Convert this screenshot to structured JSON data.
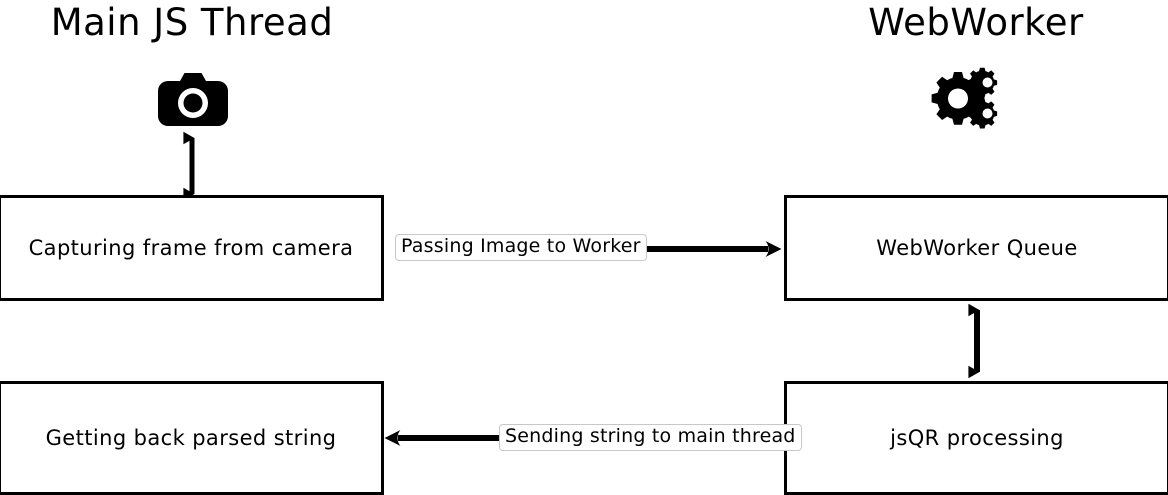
{
  "diagram": {
    "title_left": "Main JS Thread",
    "title_right": "WebWorker",
    "background_color": "#ffffff",
    "stroke_color": "#000000",
    "label_border_color": "#c8c8c8",
    "columns": [
      {
        "name": "main-js-thread",
        "heading": "Main JS Thread",
        "icon": "camera-icon",
        "nodes": [
          {
            "id": "capture",
            "label": "Capturing frame from camera"
          },
          {
            "id": "getting",
            "label": "Getting back parsed string"
          }
        ]
      },
      {
        "name": "webworker",
        "heading": "WebWorker",
        "icon": "gears-icon",
        "nodes": [
          {
            "id": "queue",
            "label": "WebWorker Queue"
          },
          {
            "id": "jsqr",
            "label": "jsQR processing"
          }
        ]
      }
    ],
    "edges": [
      {
        "id": "camera-to-capture",
        "from": "camera-icon",
        "to": "capture",
        "label": "",
        "direction": "bidirectional",
        "orientation": "vertical"
      },
      {
        "id": "capture-to-queue",
        "from": "capture",
        "to": "queue",
        "label": "Passing Image to Worker",
        "direction": "forward",
        "orientation": "horizontal"
      },
      {
        "id": "queue-to-jsqr",
        "from": "queue",
        "to": "jsqr",
        "label": "",
        "direction": "bidirectional",
        "orientation": "vertical"
      },
      {
        "id": "jsqr-to-getting",
        "from": "jsqr",
        "to": "getting",
        "label": "Sending string to main thread",
        "direction": "backward",
        "orientation": "horizontal"
      }
    ]
  }
}
